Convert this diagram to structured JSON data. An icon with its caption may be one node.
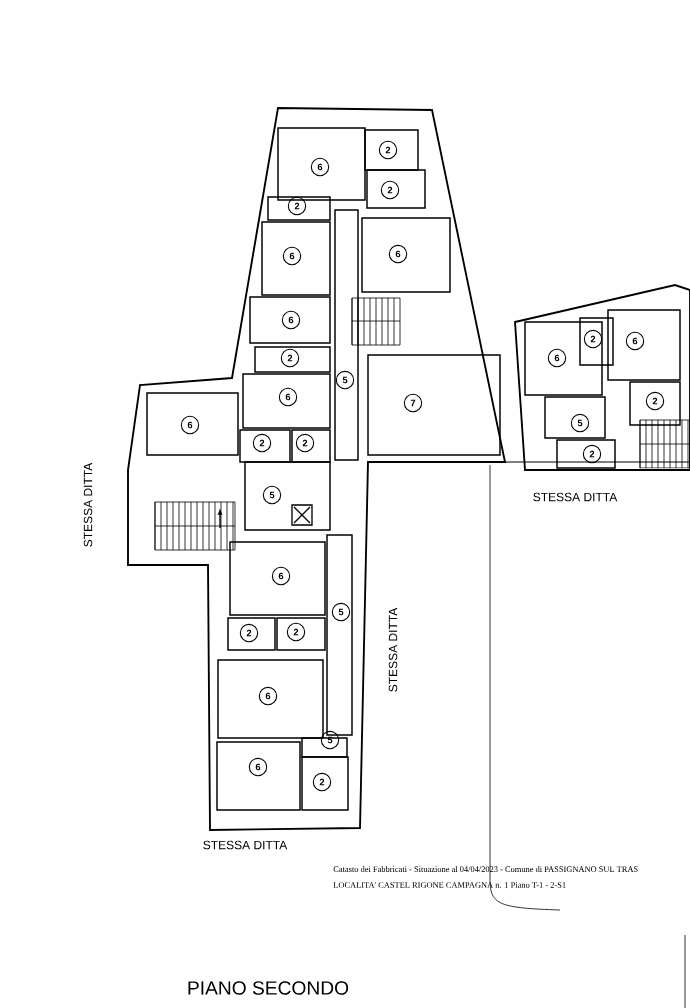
{
  "diagram": {
    "title": "PIANO SECONDO",
    "nodes": [
      {
        "text": [
          "6"
        ]
      },
      {
        "text": [
          "2"
        ]
      },
      {
        "text": [
          "2"
        ]
      },
      {
        "text": [
          "2"
        ]
      },
      {
        "text": [
          "6"
        ]
      },
      {
        "text": [
          "6"
        ]
      },
      {
        "text": [
          "6"
        ]
      },
      {
        "text": [
          "2"
        ]
      },
      {
        "text": [
          "5"
        ]
      },
      {
        "text": [
          "7"
        ]
      },
      {
        "text": [
          "6"
        ]
      },
      {
        "text": [
          "2"
        ]
      },
      {
        "text": [
          "2"
        ]
      },
      {
        "text": [
          "6"
        ]
      },
      {
        "text": [
          "5"
        ]
      },
      {
        "text": [
          "6"
        ]
      },
      {
        "text": [
          "2"
        ]
      },
      {
        "text": [
          "2"
        ]
      },
      {
        "text": [
          "5"
        ]
      },
      {
        "text": [
          "6"
        ]
      },
      {
        "text": [
          "5"
        ]
      },
      {
        "text": [
          "6"
        ]
      },
      {
        "text": [
          "2"
        ]
      },
      {
        "text": [
          "6"
        ]
      },
      {
        "text": [
          "2"
        ]
      },
      {
        "text": [
          "6"
        ]
      },
      {
        "text": [
          "5"
        ]
      },
      {
        "text": [
          "2"
        ]
      },
      {
        "text": [
          "2"
        ]
      }
    ],
    "labels": [
      "STESSA DITTA",
      "STESSA DITTA",
      "STESSA DITTA",
      "STESSA DITTA",
      "Catasto dei Fabbricati - Situazione al 04/04/2023 - Comune di PASSIGNANO SUL TRAS",
      "LOCALITA' CASTEL RIGONE CAMPAGNA n. 1 Piano T-1 - 2-S1"
    ]
  }
}
